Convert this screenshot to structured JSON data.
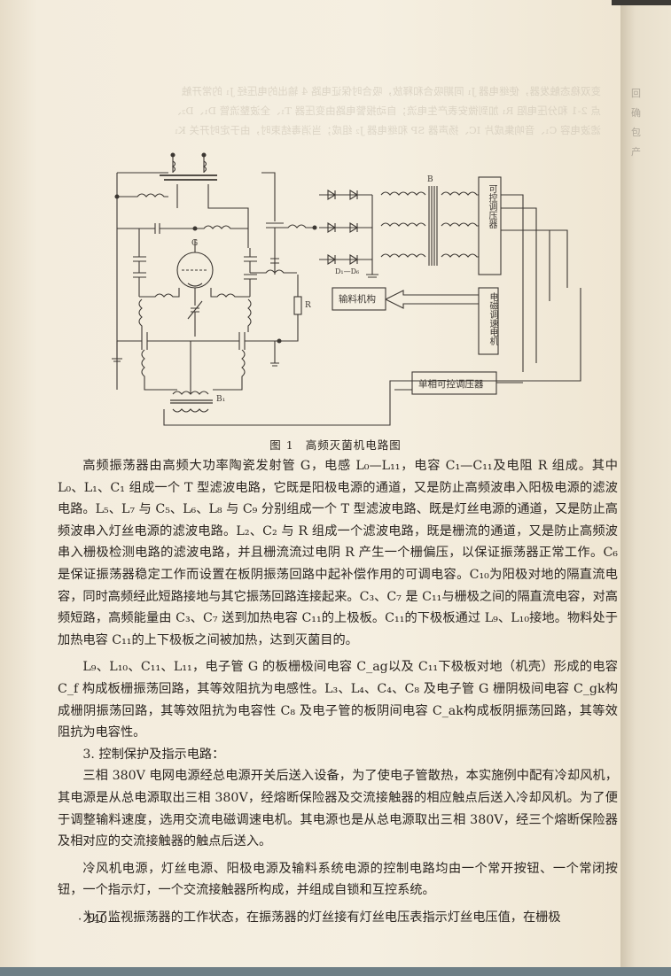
{
  "figure": {
    "number": "图 1",
    "title": "高频灭菌机电路图",
    "labels": {
      "feed_mechanism": "输料机构",
      "em_speed_motor": "电磁调速电机",
      "scr_regulator_3phase": "可控调压器",
      "scr_regulator_1phase": "单相可控调压器",
      "tube": "G",
      "resistor": "R",
      "transformer_b": "B",
      "transformer_b1": "B₁",
      "diodes": "D₁—D₆"
    }
  },
  "paragraphs": [
    "高频振荡器由高频大功率陶瓷发射管 G，电感 L₀—L₁₁，电容 C₁—C₁₁及电阻 R 组成。其中 L₀、L₁、C₁ 组成一个 T 型滤波电路，它既是阳极电源的通道，又是防止高频波串入阳极电源的滤波电路。L₅、L₇ 与 C₅、L₆、L₈ 与 C₉ 分别组成一个 T 型滤波电路、既是灯丝电源的通道，又是防止高频波串入灯丝电源的滤波电路。L₂、C₂ 与 R 组成一个滤波电路，既是栅流的通道，又是防止高频波串入栅极检测电路的滤波电路，并且栅流流过电阴 R 产生一个栅偏压，以保证振荡器正常工作。C₆ 是保证振荡器稳定工作而设置在板阴振荡回路中起补偿作用的可调电容。C₁₀为阳极对地的隔直流电容，同时高频经此短路接地与其它振荡回路连接起来。C₃、C₇ 是 C₁₁与栅极之间的隔直流电容，对高频短路，高频能量由 C₃、C₇ 送到加热电容 C₁₁的上极板。C₁₁的下极板通过 L₉、L₁₀接地。物料处于加热电容 C₁₁的上下极板之间被加热，达到灭菌目的。",
    "L₉、L₁₀、C₁₁、L₁₁，电子管 G 的板栅极间电容 C_ag以及 C₁₁下极板对地（机壳）形成的电容 C_f 构成板栅振荡回路，其等效阻抗为电感性。L₃、L₄、C₄、C₈ 及电子管 G 栅阴极间电容 C_gk构成栅阴振荡回路，其等效阻抗为电容性 C₈ 及电子管的板阴间电容 C_ak构成板阴振荡回路，其等效阻抗为电容性。",
    "3. 控制保护及指示电路：",
    "三相 380V 电网电源经总电源开关后送入设备，为了使电子管散热，本实施例中配有冷却风机，其电源是从总电源取出三相 380V，经熔断保险器及交流接触器的相应触点后送入冷却风机。为了便于调整输料速度，选用交流电磁调速电机。其电源也是从总电源取出三相 380V，经三个熔断保险器及相对应的交流接触器的触点后送入。",
    "冷风机电源，灯丝电源、阳极电源及输料系统电源的控制电路均由一个常开按钮、一个常闭按钮，一个指示灯，一个交流接触器所构成，并组成自锁和互控系统。",
    "为了监视振荡器的工作状态，在振荡器的灯丝接有灯丝电压表指示灯丝电压值，在栅极"
  ],
  "page_number": "· 140 ·",
  "bleed_through": [
    "变双稳态触发器，使继电器 J₁ 同期吸合和释放，吸合时保证电路 4 输出的电压经 J₁ 的常开触",
    "点 2-1 和分压电阻 R₁ 加到微安表产生电流；自动报警电路由变压器 T₁、全波整流管 D₁、D₂、",
    "滤波电容 C₁、音响集成片 IC、扬声器 SP 和继电器 J₂ 组成；当消毒结束时，由于定时开关 K₁"
  ],
  "right_page_fragments": [
    "回",
    "确",
    "包",
    "",
    "产"
  ]
}
